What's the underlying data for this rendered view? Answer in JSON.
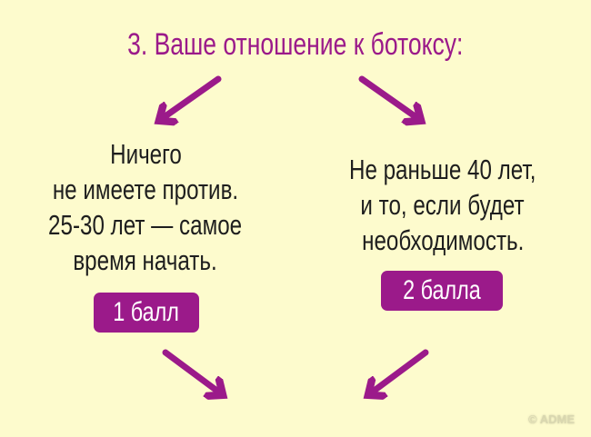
{
  "title": "3. Ваше отношение к ботоксу:",
  "left_option": {
    "lines": [
      "Ничего",
      "не имеете против.",
      "25-30 лет — самое",
      "время начать."
    ],
    "badge": "1 балл"
  },
  "right_option": {
    "lines": [
      "Не раньше 40 лет,",
      "и то, если будет",
      "необходимость."
    ],
    "badge": "2 балла"
  },
  "watermark": "© ADME",
  "colors": {
    "background": "#fdfbcd",
    "accent": "#9b1a8a",
    "text": "#1e1e1e"
  }
}
